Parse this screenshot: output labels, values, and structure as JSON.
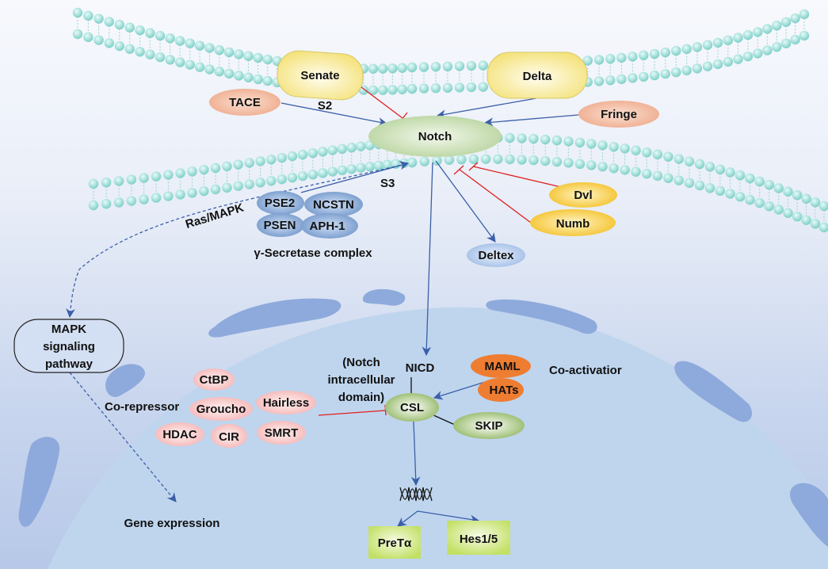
{
  "diagram": {
    "title": "Notch signaling pathway",
    "membrane_proteins": {
      "senate": "Senate",
      "delta": "Delta"
    },
    "extracellular": {
      "tace": "TACE",
      "s2": "S2",
      "fringe": "Fringe",
      "notch": "Notch"
    },
    "cytoplasm": {
      "s3": "S3",
      "ras_mapk": "Ras/MAPK",
      "secretase": {
        "components": [
          "PSE2",
          "NCSTN",
          "PSEN",
          "APH-1"
        ],
        "label": "γ-Secretase complex"
      },
      "dvl": "Dvl",
      "numb": "Numb",
      "deltex": "Deltex",
      "mapk_box": [
        "MAPK",
        "signaling",
        "pathway"
      ],
      "gene_expression": "Gene expression"
    },
    "nucleus": {
      "corepressor_label": "Co-repressor",
      "corepressors": [
        "CtBP",
        "Groucho",
        "Hairless",
        "HDAC",
        "CIR",
        "SMRT"
      ],
      "nicd_label": "NICD",
      "nicd_desc": [
        "(Notch",
        "intracellular",
        "domain)"
      ],
      "csl": "CSL",
      "maml": "MAML",
      "hats": "HATs",
      "skip": "SKIP",
      "coactivator_label": "Co-activatior",
      "targets": [
        "PreTα",
        "Hes1/5"
      ]
    },
    "colors": {
      "activation_arrow": "#3b5fa8",
      "inhibition_line": "#e02020",
      "lipid_head": "#8fd6d0",
      "nucleus": "#bfd5ee",
      "nuclear_pore": "#8eaadc",
      "corepressor_fill": "#f6c4c4",
      "maml_fill": "#ee7d32",
      "target_fill": "#c6e36a",
      "secretase_fill": "#7ea1d0",
      "yellow_fill": "#f8e98a",
      "orange_gold": "#f5c431",
      "green_fill": "#a9cb7e"
    }
  }
}
